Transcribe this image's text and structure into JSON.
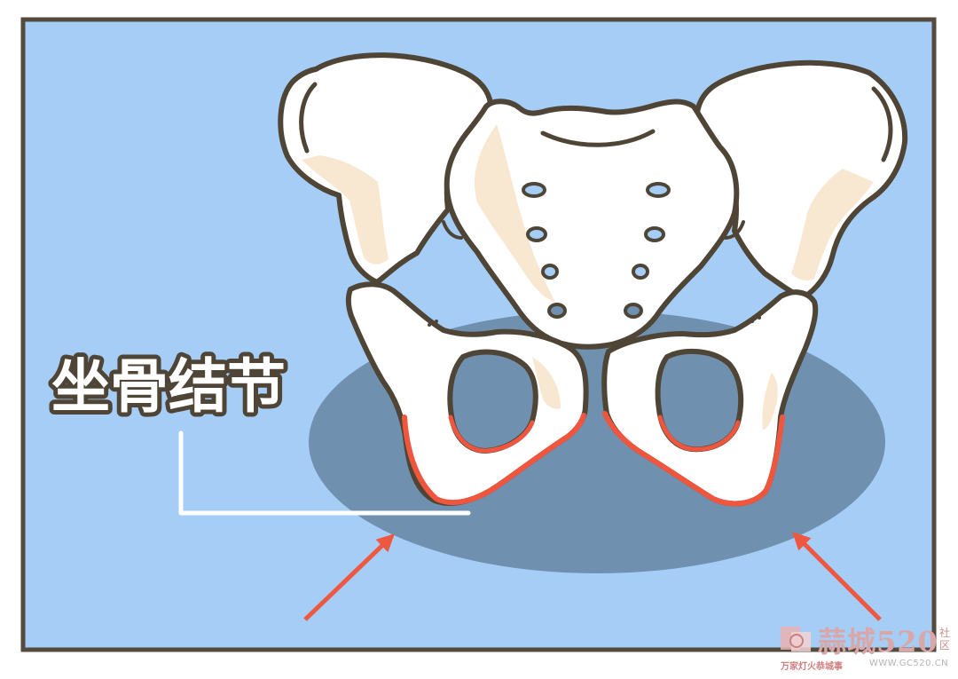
{
  "label": {
    "text": "坐骨结节"
  },
  "watermark": {
    "brand": "蒜城520",
    "side": "社区",
    "slogan": "万家灯火恭城事",
    "url": "WWW.GC520.CN"
  },
  "colors": {
    "background": "#a6cdf6",
    "frame": "#554a3e",
    "bone": "#ffffff",
    "bone_shade": "#f8e8d2",
    "outline": "#4f4536",
    "seat_shadow": "#6f90ae",
    "highlight": "#f0563e",
    "arrow": "#ef5840",
    "label_text": "#ffffff",
    "label_stroke": "#4f4536"
  },
  "icons": [
    "pelvis-bone-illustration",
    "left-arrow-icon",
    "right-arrow-icon",
    "watermark-logo-icon"
  ]
}
